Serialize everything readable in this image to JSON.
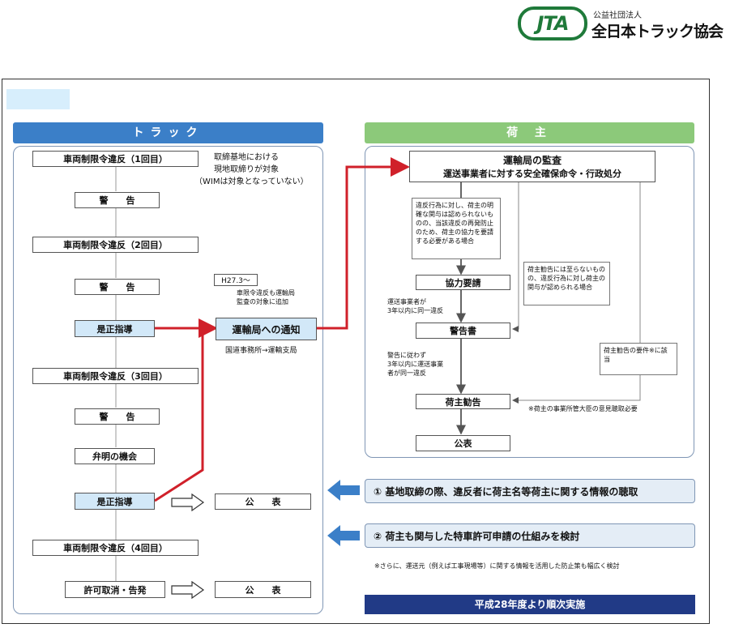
{
  "logo": {
    "mark_text": "JTA",
    "subtitle": "公益社団法人",
    "name": "全日本トラック協会"
  },
  "headers": {
    "truck": "トラック",
    "ninushi": "荷 主"
  },
  "truck": {
    "viol1": "車両制限令違反（1回目）",
    "warn1": "警　　告",
    "viol2": "車両制限令違反（2回目）",
    "warn2": "警　　告",
    "shusei1": "是正指導",
    "viol3": "車両制限令違反（3回目）",
    "warn3": "警　　告",
    "benmei": "弁明の機会",
    "shusei2": "是正指導",
    "kohyo1": "公　　表",
    "viol4": "車両制限令違反（4回目）",
    "kyoka": "許可取消・告発",
    "kohyo2": "公　　表",
    "note_line1": "取締基地における",
    "note_line2": "現地取締りが対象",
    "note_line3": "（WIMは対象となっていない）"
  },
  "notice": {
    "h27": "H27.3〜",
    "added_line1": "車限令違反も運輸局",
    "added_line2": "監査の対象に追加",
    "box": "運輸局への通知",
    "route": "国道事務所→運輸支局"
  },
  "ninushi": {
    "kansa_title": "運輸局の監査",
    "kansa_sub": "運送事業者に対する安全確保命令・行政処分",
    "cond1": "違反行為に対し、荷主の明確な関与は認められないものの、当該違反の再発防止のため、荷主の協力を要請する必要がある場合",
    "cond2": "荷主勧告には至らないものの、違反行為に対し荷主の関与が認められる場合",
    "kyoryoku": "協力要請",
    "within3_line1": "運送事業者が",
    "within3_line2": "3年以内に同一違反",
    "keikoku": "警告書",
    "ignore_line1": "警告に従わず",
    "ignore_line2": "3年以内に運送事業",
    "ignore_line3": "者が同一違反",
    "cond3": "荷主勧告の要件※に該当",
    "kankoku": "荷主勧告",
    "minister_note": "※荷主の事業所管大臣の意見聴取必要",
    "kohyo": "公表"
  },
  "measures": {
    "m1": "① 基地取締の際、違反者に荷主名等荷主に関する情報の聴取",
    "m2": "② 荷主も関与した特車許可申請の仕組みを検討",
    "note": "※さらに、運送元（例えば工事現場等）に関する情報を活用した防止策も幅広く検討",
    "footer": "平成28年度より順次実施"
  },
  "colors": {
    "truck_header": "#3b7fc8",
    "ninushi_header": "#8cc97a",
    "red_line": "#d0202a",
    "footer_bg": "#213a86",
    "arrow_blue": "#3b7fc8"
  }
}
